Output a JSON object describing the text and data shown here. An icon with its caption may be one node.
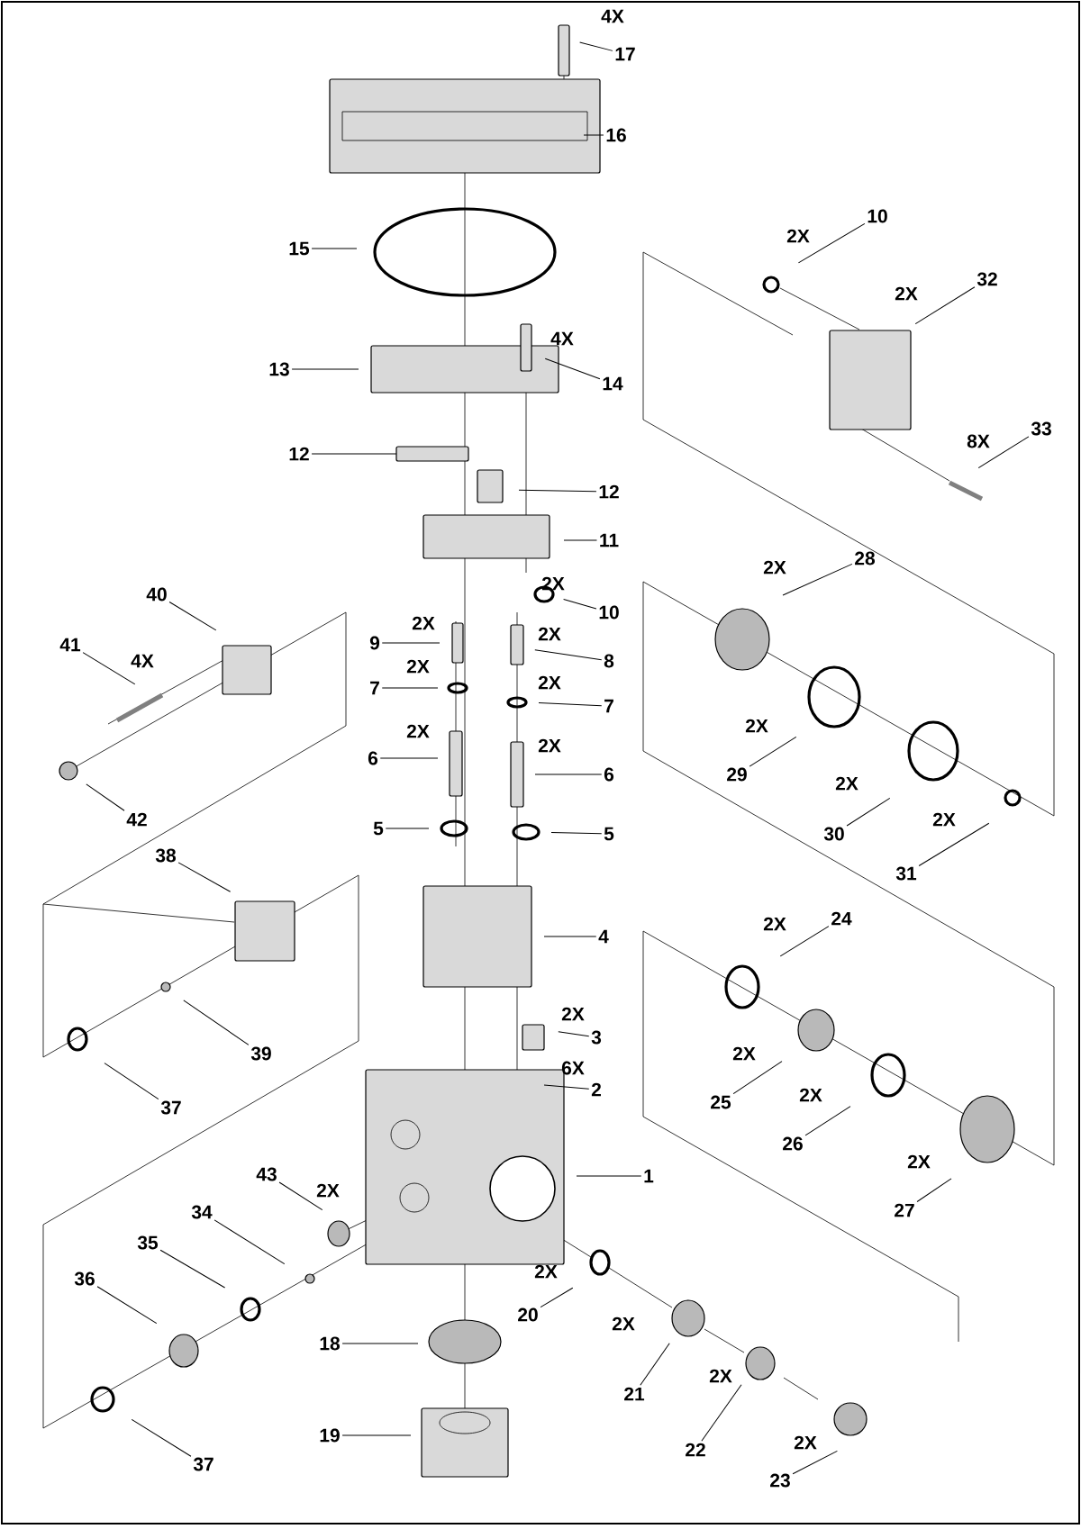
{
  "diagram": {
    "nodes": [
      {
        "text": [
          "17"
        ],
        "beside": [
          "4X"
        ]
      },
      {
        "text": [
          "16"
        ]
      },
      {
        "text": [
          "10"
        ],
        "beside": [
          "2X"
        ]
      },
      {
        "text": [
          "15"
        ]
      },
      {
        "text": [
          "32"
        ],
        "beside": [
          "2X"
        ]
      },
      {
        "text": [
          "14"
        ],
        "beside": [
          "4X"
        ]
      },
      {
        "text": [
          "13"
        ]
      },
      {
        "text": [
          "33"
        ],
        "beside": [
          "8X"
        ]
      },
      {
        "text": [
          "12"
        ]
      },
      {
        "text": [
          "12"
        ]
      },
      {
        "text": [
          "11"
        ]
      },
      {
        "text": [
          "28"
        ],
        "beside": [
          "2X"
        ]
      },
      {
        "text": [
          "40"
        ]
      },
      {
        "text": [
          "10"
        ],
        "beside": [
          "2X"
        ]
      },
      {
        "text": [
          "41"
        ],
        "beside": [
          "4X"
        ]
      },
      {
        "text": [
          "9"
        ],
        "beside": [
          "2X"
        ]
      },
      {
        "text": [
          "8"
        ],
        "beside": [
          "2X"
        ]
      },
      {
        "text": [
          "7"
        ],
        "beside": [
          "2X"
        ]
      },
      {
        "text": [
          "7"
        ],
        "beside": [
          "2X"
        ]
      },
      {
        "text": [
          "6"
        ],
        "beside": [
          "2X"
        ]
      },
      {
        "text": [
          "6"
        ],
        "beside": [
          "2X"
        ]
      },
      {
        "text": [
          "29"
        ],
        "beside": [
          "2X"
        ]
      },
      {
        "text": [
          "42"
        ]
      },
      {
        "text": [
          "5"
        ]
      },
      {
        "text": [
          "5"
        ]
      },
      {
        "text": [
          "30"
        ],
        "beside": [
          "2X"
        ]
      },
      {
        "text": [
          "38"
        ]
      },
      {
        "text": [
          "31"
        ],
        "beside": [
          "2X"
        ]
      },
      {
        "text": [
          "24"
        ],
        "beside": [
          "2X"
        ]
      },
      {
        "text": [
          "4"
        ]
      },
      {
        "text": [
          "3"
        ],
        "beside": [
          "2X"
        ]
      },
      {
        "text": [
          "39"
        ]
      },
      {
        "text": [
          "2"
        ],
        "beside": [
          "6X"
        ]
      },
      {
        "text": [
          "25"
        ],
        "beside": [
          "2X"
        ]
      },
      {
        "text": [
          "37"
        ]
      },
      {
        "text": [
          "26"
        ],
        "beside": [
          "2X"
        ]
      },
      {
        "text": [
          "43"
        ],
        "beside": [
          "2X"
        ]
      },
      {
        "text": [
          "1"
        ]
      },
      {
        "text": [
          "27"
        ],
        "beside": [
          "2X"
        ]
      },
      {
        "text": [
          "34"
        ]
      },
      {
        "text": [
          "35"
        ]
      },
      {
        "text": [
          "36"
        ]
      },
      {
        "text": [
          "20"
        ],
        "beside": [
          "2X"
        ]
      },
      {
        "text": [
          "18"
        ]
      },
      {
        "text": [
          "21"
        ],
        "beside": [
          "2X"
        ]
      },
      {
        "text": [
          "22"
        ],
        "beside": [
          "2X"
        ]
      },
      {
        "text": [
          "19"
        ]
      },
      {
        "text": [
          "23"
        ],
        "beside": [
          "2X"
        ]
      },
      {
        "text": [
          "37"
        ]
      }
    ],
    "edges": [
      {
        "from": 0,
        "to": null,
        "arrow": "none"
      },
      {
        "from": 1,
        "to": null,
        "arrow": "none"
      },
      {
        "from": 2,
        "to": null,
        "arrow": "none"
      },
      {
        "from": 3,
        "to": null,
        "arrow": "none"
      },
      {
        "from": 4,
        "to": null,
        "arrow": "none"
      },
      {
        "from": 5,
        "to": null,
        "arrow": "none"
      },
      {
        "from": 6,
        "to": null,
        "arrow": "none"
      },
      {
        "from": 7,
        "to": null,
        "arrow": "none"
      },
      {
        "from": 8,
        "to": null,
        "arrow": "none"
      },
      {
        "from": 9,
        "to": null,
        "arrow": "none"
      },
      {
        "from": 10,
        "to": null,
        "arrow": "none"
      },
      {
        "from": 11,
        "to": null,
        "arrow": "none"
      },
      {
        "from": 12,
        "to": null,
        "arrow": "none"
      },
      {
        "from": 13,
        "to": null,
        "arrow": "none"
      },
      {
        "from": 14,
        "to": null,
        "arrow": "none"
      },
      {
        "from": 15,
        "to": null,
        "arrow": "none"
      },
      {
        "from": 16,
        "to": null,
        "arrow": "none"
      },
      {
        "from": 17,
        "to": null,
        "arrow": "none"
      },
      {
        "from": 18,
        "to": null,
        "arrow": "none"
      },
      {
        "from": 19,
        "to": null,
        "arrow": "none"
      },
      {
        "from": 20,
        "to": null,
        "arrow": "none"
      },
      {
        "from": 21,
        "to": null,
        "arrow": "none"
      },
      {
        "from": 22,
        "to": null,
        "arrow": "none"
      },
      {
        "from": 23,
        "to": null,
        "arrow": "none"
      },
      {
        "from": 24,
        "to": null,
        "arrow": "none"
      },
      {
        "from": 25,
        "to": null,
        "arrow": "none"
      },
      {
        "from": 26,
        "to": null,
        "arrow": "none"
      },
      {
        "from": 27,
        "to": null,
        "arrow": "none"
      },
      {
        "from": 28,
        "to": null,
        "arrow": "none"
      },
      {
        "from": 29,
        "to": null,
        "arrow": "none"
      },
      {
        "from": 30,
        "to": null,
        "arrow": "none"
      },
      {
        "from": 31,
        "to": null,
        "arrow": "none"
      },
      {
        "from": 32,
        "to": null,
        "arrow": "none"
      },
      {
        "from": 33,
        "to": null,
        "arrow": "none"
      },
      {
        "from": 34,
        "to": null,
        "arrow": "none"
      },
      {
        "from": 35,
        "to": null,
        "arrow": "none"
      },
      {
        "from": 36,
        "to": null,
        "arrow": "none"
      },
      {
        "from": 37,
        "to": null,
        "arrow": "none"
      },
      {
        "from": 38,
        "to": null,
        "arrow": "none"
      },
      {
        "from": 39,
        "to": null,
        "arrow": "none"
      },
      {
        "from": 40,
        "to": null,
        "arrow": "none"
      },
      {
        "from": 41,
        "to": null,
        "arrow": "none"
      },
      {
        "from": 42,
        "to": null,
        "arrow": "none"
      },
      {
        "from": 43,
        "to": null,
        "arrow": "none"
      },
      {
        "from": 44,
        "to": null,
        "arrow": "none"
      },
      {
        "from": 45,
        "to": null,
        "arrow": "none"
      },
      {
        "from": 46,
        "to": null,
        "arrow": "none"
      },
      {
        "from": 47,
        "to": null,
        "arrow": "none"
      },
      {
        "from": 48,
        "to": null,
        "arrow": "none"
      }
    ]
  }
}
